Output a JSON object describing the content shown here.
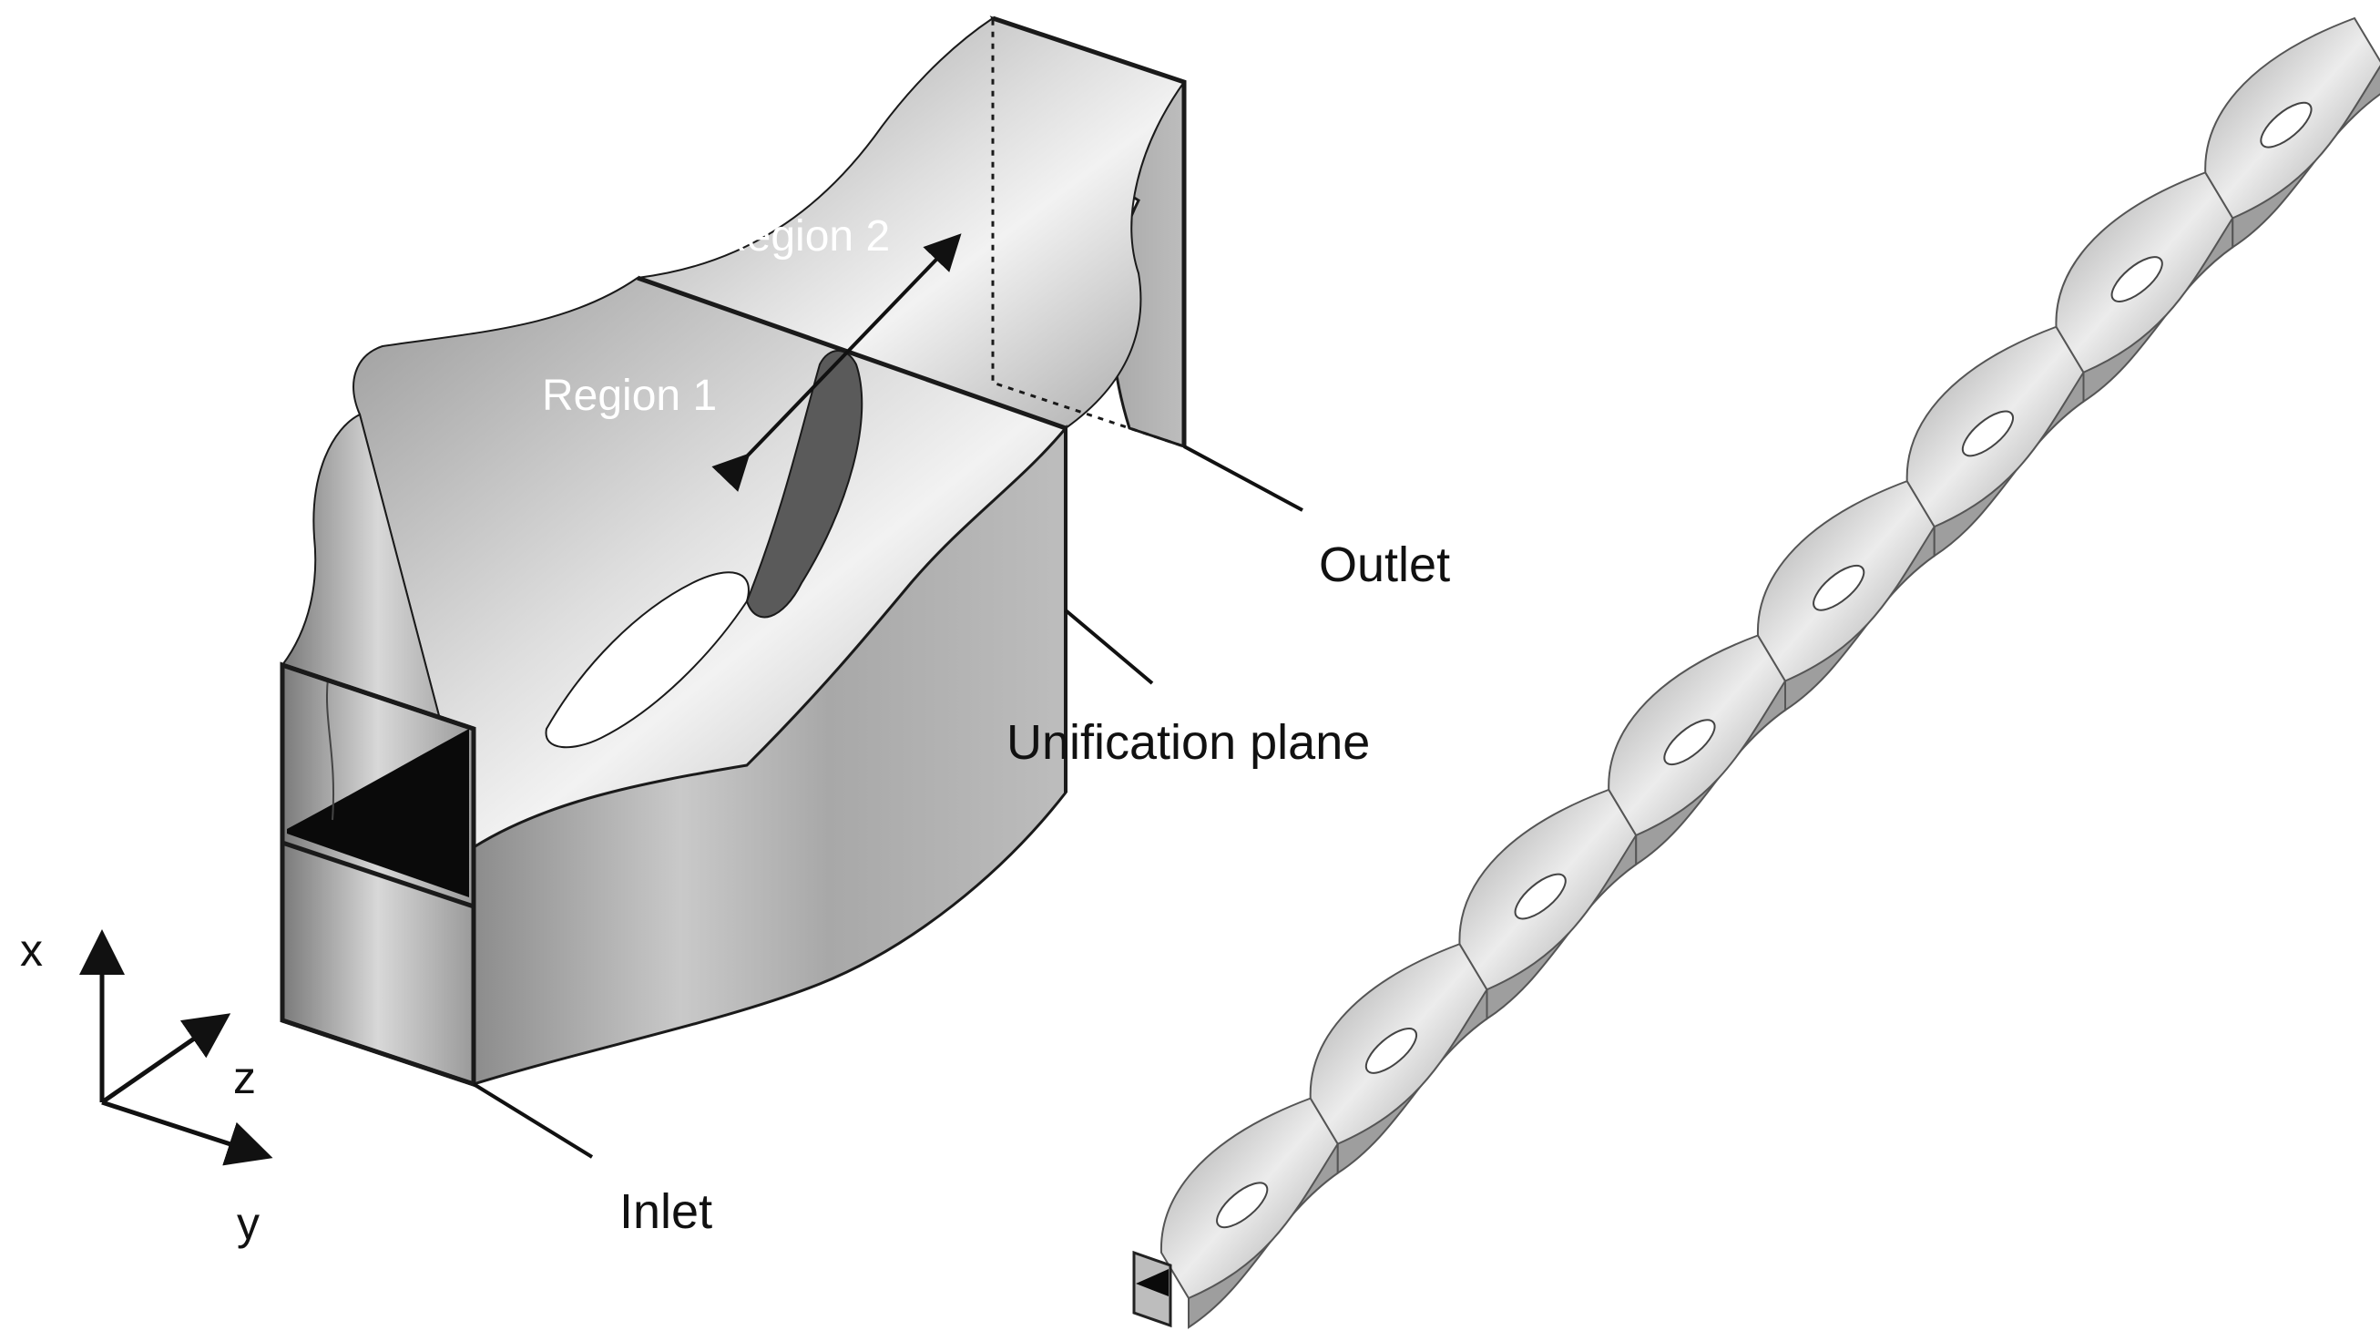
{
  "labels": {
    "region_1": "Region 1",
    "region_2": "Region 2",
    "outlet": "Outlet",
    "unification_plane": "Unification plane",
    "inlet": "Inlet"
  },
  "axes": {
    "x": "x",
    "y": "y",
    "z": "z"
  },
  "chain": {
    "unit_count": 8
  },
  "colors": {
    "surface_gray": "#a9a9a9",
    "surface_light": "#e6e6e6",
    "edge": "#1a1a1a",
    "background": "#ffffff"
  }
}
